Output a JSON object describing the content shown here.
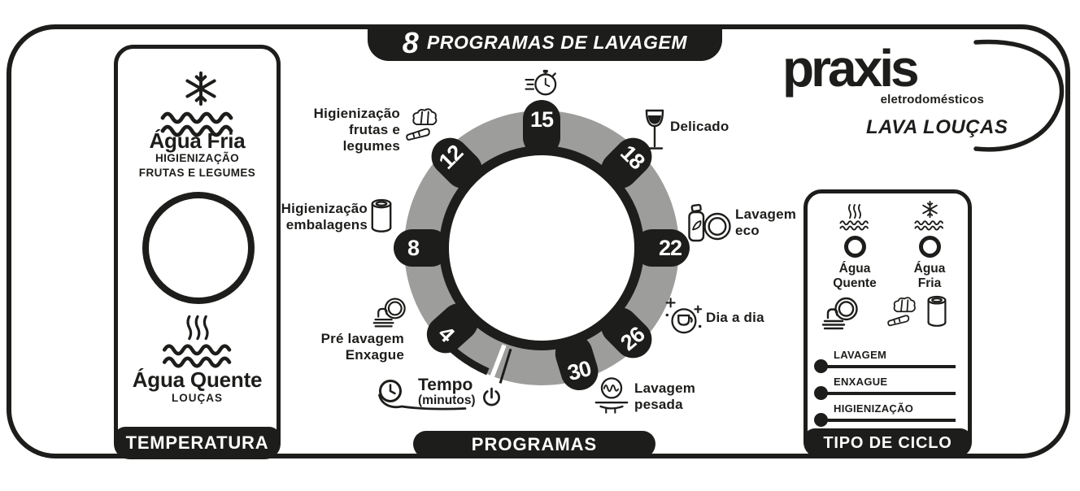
{
  "colors": {
    "ink": "#1d1d1b",
    "ring_gray": "#9d9d9c",
    "background": "#ffffff"
  },
  "banner": {
    "number": "8",
    "title": "PROGRAMAS DE LAVAGEM"
  },
  "brand": {
    "logo": "praxis",
    "logo_sub": "eletrodomésticos",
    "product": "LAVA LOUÇAS"
  },
  "temperature": {
    "tab": "TEMPERATURA",
    "cold_title": "Água Fria",
    "cold_sub": "HIGIENIZAÇÃO\nFRUTAS E LEGUMES",
    "hot_title": "Água Quente",
    "hot_sub": "LOUÇAS"
  },
  "programs": {
    "tab": "PROGRAMAS",
    "tempo_label": "Tempo",
    "tempo_sub": "(minutos)",
    "positions": [
      {
        "minutes": "15",
        "label": "",
        "icon": "stopwatch-icon"
      },
      {
        "minutes": "18",
        "label": "Delicado",
        "icon": "wine-glass-icon"
      },
      {
        "minutes": "22",
        "label": "Lavagem\neco",
        "icon": "eco-wash-icon"
      },
      {
        "minutes": "26",
        "label": "Dia a dia",
        "icon": "daily-wash-icon"
      },
      {
        "minutes": "30",
        "label": "Lavagem\npesada",
        "icon": "heavy-wash-pot-icon"
      },
      {
        "minutes": "4",
        "label": "Pré lavagem\nEnxague",
        "icon": "prewash-dishes-icon"
      },
      {
        "minutes": "8",
        "label": "Higienização\nembalagens",
        "icon": "can-icon"
      },
      {
        "minutes": "12",
        "label": "Higienização\nfrutas e legumes",
        "icon": "vegetables-icon"
      }
    ]
  },
  "cycle": {
    "tab": "TIPO DE CICLO",
    "hot_label": "Água\nQuente",
    "cold_label": "Água\nFria",
    "rows": [
      {
        "label": "LAVAGEM"
      },
      {
        "label": "ENXAGUE"
      },
      {
        "label": "HIGIENIZAÇÃO"
      }
    ]
  },
  "icons": [
    "snowflake-icon",
    "water-waves-icon",
    "steam-icon",
    "stopwatch-icon",
    "vegetables-icon",
    "can-icon",
    "prewash-dishes-icon",
    "wine-glass-icon",
    "eco-wash-icon",
    "daily-wash-icon",
    "heavy-wash-pot-icon",
    "clock-icon",
    "power-icon",
    "indicator-light",
    "logo-swoosh"
  ]
}
